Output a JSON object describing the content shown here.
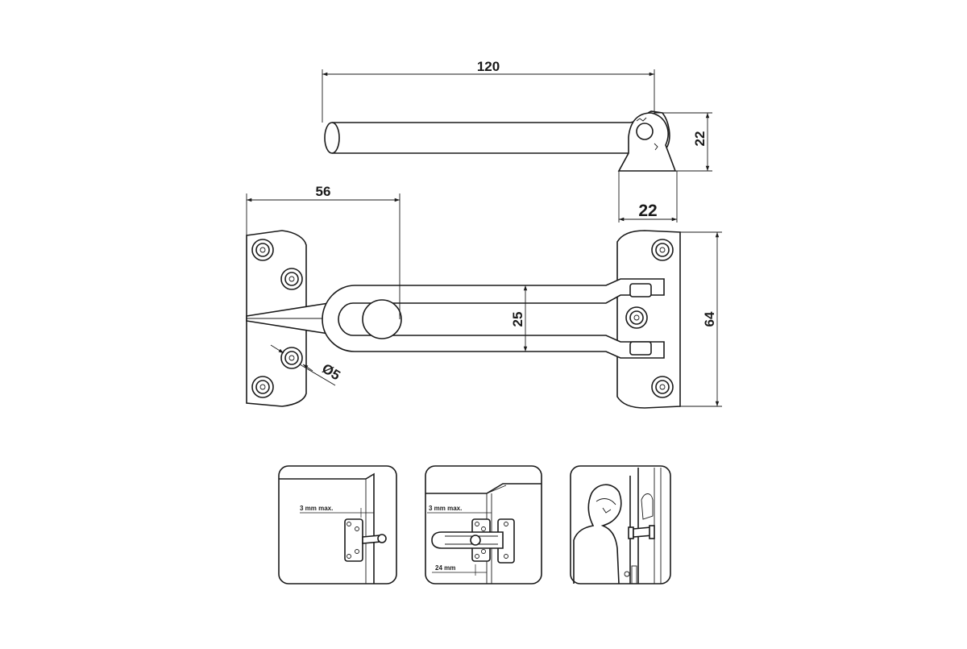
{
  "dimensions": {
    "arm_length": "120",
    "bracket_height": "22",
    "bracket_width": "22",
    "offset_56": "56",
    "slot_25": "25",
    "plate_64": "64",
    "hole_dia": "Ø5"
  },
  "panels": {
    "panel1": {
      "gap_label": "3 mm max."
    },
    "panel2": {
      "gap_label": "3 mm max.",
      "offset_label": "24 mm"
    }
  }
}
